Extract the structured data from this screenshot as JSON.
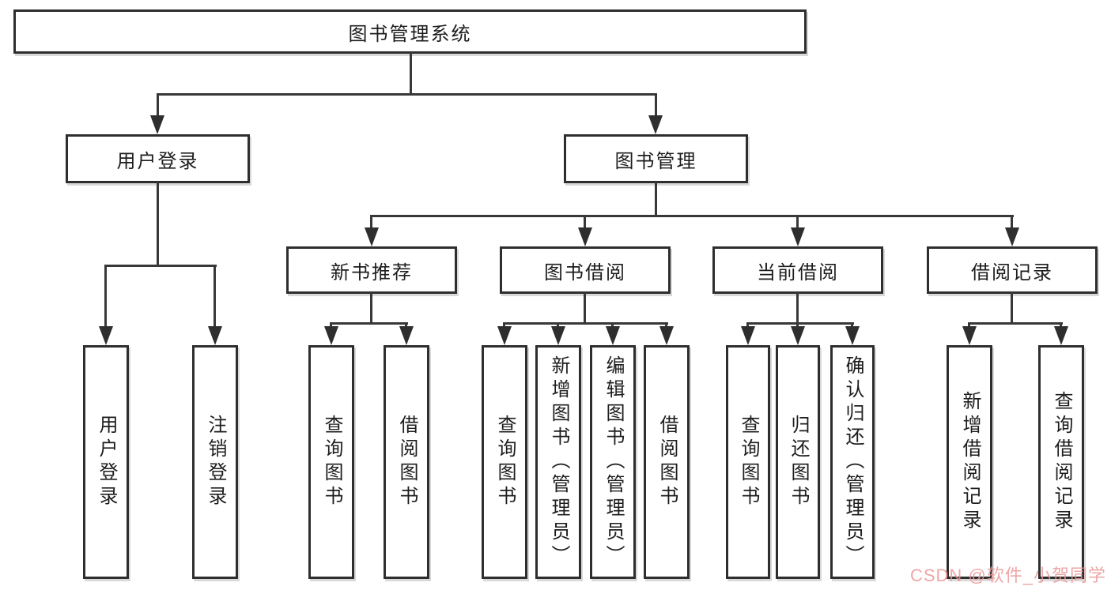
{
  "diagram": {
    "type": "hierarchy-tree",
    "root": "图书管理系统",
    "branches": [
      {
        "label": "用户登录",
        "children": [
          {
            "label": "用户登录"
          },
          {
            "label": "注销登录"
          }
        ]
      },
      {
        "label": "图书管理",
        "children": [
          {
            "label": "新书推荐",
            "children": [
              {
                "label": "查询图书"
              },
              {
                "label": "借阅图书"
              }
            ]
          },
          {
            "label": "图书借阅",
            "children": [
              {
                "label": "查询图书"
              },
              {
                "label": "新增图书（管理员）"
              },
              {
                "label": "编辑图书（管理员）"
              },
              {
                "label": "借阅图书"
              }
            ]
          },
          {
            "label": "当前借阅",
            "children": [
              {
                "label": "查询图书"
              },
              {
                "label": "归还图书"
              },
              {
                "label": "确认归还（管理员）"
              }
            ]
          },
          {
            "label": "借阅记录",
            "children": [
              {
                "label": "新增借阅记录"
              },
              {
                "label": "查询借阅记录"
              }
            ]
          }
        ]
      }
    ]
  },
  "watermark": "CSDN @软件_小贺同学",
  "colors": {
    "background": "#ffffff",
    "box_border": "#2e2e2e",
    "edge_line": "#383838",
    "text": "#1d1d1d",
    "watermark": "#eb9696"
  }
}
